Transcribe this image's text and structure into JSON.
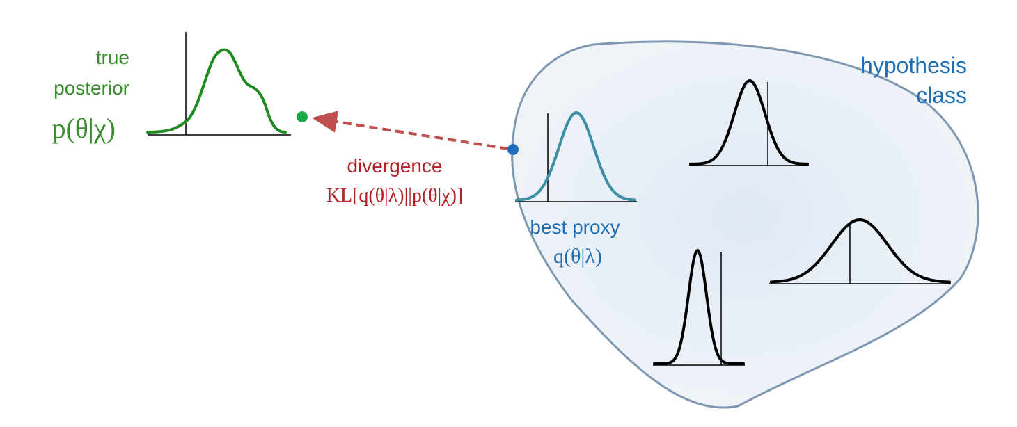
{
  "true_posterior": {
    "line1": "true",
    "line2": "posterior",
    "formula": "p(θ|χ)"
  },
  "hypothesis_class": {
    "line1": "hypothesis",
    "line2": "class"
  },
  "divergence": {
    "label": "divergence",
    "formula": "KL[q(θ|λ)||p(θ|χ)]"
  },
  "best_proxy": {
    "label": "best proxy",
    "formula": "q(θ|λ)"
  },
  "colors": {
    "green": "#3a8c2e",
    "curve_green": "#1f8a1f",
    "blue_text": "#1f6fb5",
    "teal": "#3b8ea5",
    "red": "#b52025",
    "arrow": "#c0504d",
    "blob_fill": "#e6eef6",
    "blob_stroke": "#7f97b0",
    "dot_green": "#1faa4a",
    "dot_blue": "#1e6fc0"
  }
}
